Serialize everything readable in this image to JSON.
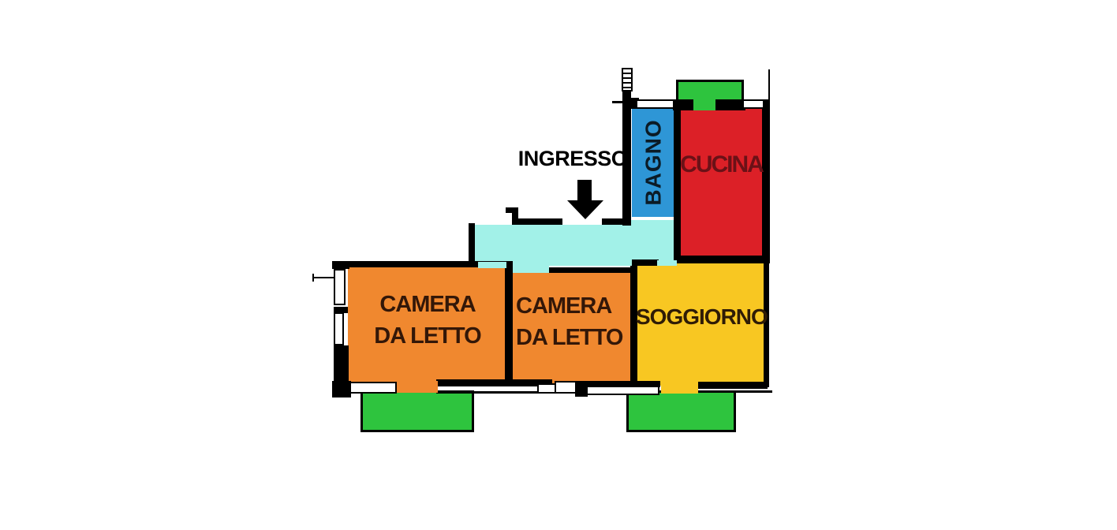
{
  "colors": {
    "bedroom_orange": "#F0882F",
    "living_yellow": "#F8C722",
    "kitchen_red": "#DC2027",
    "bathroom_blue": "#2E96D6",
    "entry_cyan": "#A2F1E8",
    "balcony_green": "#2EC43E",
    "wall_black": "#000000",
    "bedroom_text": "#331708",
    "living_text": "#2F1C06",
    "kitchen_text": "#6B1117",
    "bathroom_text": "#0B1B26",
    "entry_text": "#000000"
  },
  "rooms": {
    "ingresso": {
      "label": "INGRESSO"
    },
    "bagno": {
      "label": "BAGNO"
    },
    "cucina": {
      "label": "CUCINA"
    },
    "camera_da_letto_1": {
      "line1": "CAMERA",
      "line2": "DA LETTO"
    },
    "camera_da_letto_2": {
      "line1": "CAMERA",
      "line2": "DA LETTO"
    },
    "soggiorno": {
      "label": "SOGGIORNO"
    }
  }
}
